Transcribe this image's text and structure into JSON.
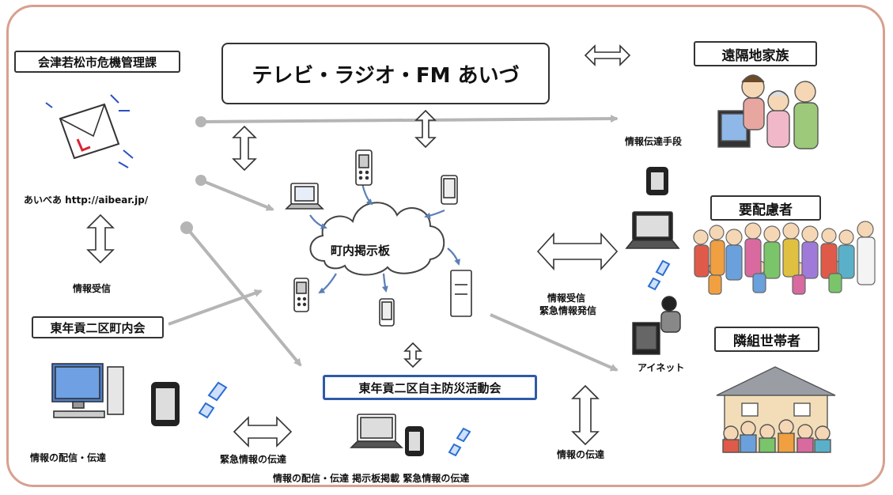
{
  "boxes": {
    "tv": "テレビ・ラジオ・FM あいづ",
    "city": "会津若松市危機管理課",
    "town": "東年貢二区町内会",
    "remote_family": "遠隔地家族",
    "care_needed": "要配慮者",
    "neighbors": "隣組世帯者",
    "bousai": "東年貢二区自主防災活動会"
  },
  "center": {
    "board": "町内掲示板"
  },
  "labels": {
    "aibear": "あいべあ  http://aibear.jp/",
    "info_receive": "情報受信",
    "info_dist_left": "情報の配信・伝達",
    "emergency_left": "緊急情報の伝達",
    "bottom_caption": "情報の配信・伝達  掲示板掲載  緊急情報の伝達",
    "info_means": "情報伝達手段",
    "recv_line1": "情報受信",
    "recv_line2": "緊急情報発信",
    "ainet": "アイネット",
    "info_transfer": "情報の伝達"
  },
  "icons": {
    "mail": "mail-icon",
    "desktop": "desktop-computer-icon",
    "tablet": "tablet-icon",
    "phone": "mobile-phone-icon",
    "laptop": "laptop-icon",
    "cloud": "cloud-icon",
    "family": "family-illustration",
    "crowd": "crowd-illustration",
    "house": "house-illustration",
    "operator": "operator-icon"
  },
  "colors": {
    "frame": "#d8a08f",
    "arrow_gray": "#b5b5b5",
    "arrow_blue": "#5b7fb5",
    "bousai_border": "#2e5aa8"
  }
}
